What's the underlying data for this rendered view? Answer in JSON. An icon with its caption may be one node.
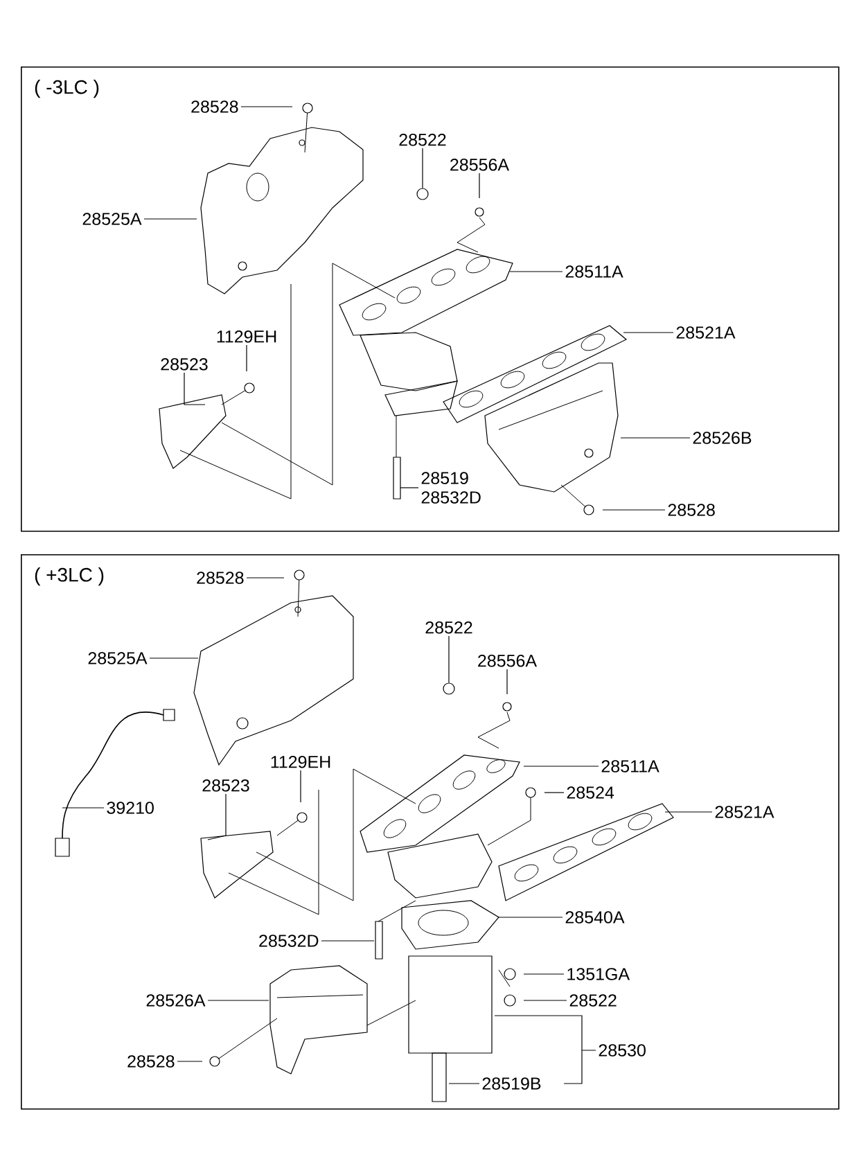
{
  "diagram": {
    "nodes": [
      {
        "text": [
          "( -3LC )"
        ]
      },
      {
        "text": [
          "28528"
        ],
        "in": 0
      },
      {
        "text": [
          "28522"
        ],
        "in": 0
      },
      {
        "text": [
          "28556A"
        ],
        "in": 0
      },
      {
        "text": [
          "28525A"
        ],
        "in": 0
      },
      {
        "text": [
          "28511A"
        ],
        "in": 0
      },
      {
        "text": [
          "1129EH"
        ],
        "in": 0
      },
      {
        "text": [
          "28521A"
        ],
        "in": 0
      },
      {
        "text": [
          "28523"
        ],
        "in": 0
      },
      {
        "text": [
          "28526B"
        ],
        "in": 0
      },
      {
        "text": [
          "28519",
          "28532D"
        ],
        "in": 0
      },
      {
        "text": [
          "28528"
        ],
        "in": 0
      },
      {
        "text": [
          "( +3LC )"
        ]
      },
      {
        "text": [
          "28528"
        ],
        "in": 12
      },
      {
        "text": [
          "28525A"
        ],
        "in": 12
      },
      {
        "text": [
          "28522"
        ],
        "in": 12
      },
      {
        "text": [
          "28556A"
        ],
        "in": 12
      },
      {
        "text": [
          "28511A"
        ],
        "in": 12
      },
      {
        "text": [
          "1129EH"
        ],
        "in": 12
      },
      {
        "text": [
          "28524"
        ],
        "in": 12
      },
      {
        "text": [
          "28523"
        ],
        "in": 12
      },
      {
        "text": [
          "28521A"
        ],
        "in": 12
      },
      {
        "text": [
          "39210"
        ],
        "in": 12
      },
      {
        "text": [
          "28540A"
        ],
        "in": 12
      },
      {
        "text": [
          "28532D"
        ],
        "in": 12
      },
      {
        "text": [
          "1351GA"
        ],
        "in": 12
      },
      {
        "text": [
          "28526A"
        ],
        "in": 12
      },
      {
        "text": [
          "28522"
        ],
        "in": 12
      },
      {
        "text": [
          "28530"
        ],
        "in": 12
      },
      {
        "text": [
          "28528"
        ],
        "in": 12
      },
      {
        "text": [
          "28519B"
        ],
        "in": 12
      },
      {
        "text": [],
        "shape": "circle",
        "in": 0
      },
      {
        "text": [],
        "shape": "circle",
        "in": 12
      }
    ],
    "edges": [
      {
        "from": 1,
        "to": null,
        "arrow": "none"
      },
      {
        "from": 2,
        "to": 31,
        "arrow": "none"
      },
      {
        "from": 3,
        "to": null,
        "arrow": "none"
      },
      {
        "from": 4,
        "to": null,
        "arrow": "none"
      },
      {
        "from": 5,
        "to": null,
        "arrow": "none"
      },
      {
        "from": 6,
        "to": null,
        "arrow": "none"
      },
      {
        "from": 7,
        "to": null,
        "arrow": "none"
      },
      {
        "from": 8,
        "to": null,
        "arrow": "none"
      },
      {
        "from": 9,
        "to": null,
        "arrow": "none"
      },
      {
        "from": 10,
        "to": null,
        "arrow": "none"
      },
      {
        "from": 11,
        "to": null,
        "arrow": "none"
      },
      {
        "from": 13,
        "to": null,
        "arrow": "none"
      },
      {
        "from": 14,
        "to": null,
        "arrow": "none"
      },
      {
        "from": 15,
        "to": 32,
        "arrow": "none"
      },
      {
        "from": 16,
        "to": null,
        "arrow": "none"
      },
      {
        "from": 17,
        "to": null,
        "arrow": "none"
      },
      {
        "from": 18,
        "to": null,
        "arrow": "none"
      },
      {
        "from": 19,
        "to": null,
        "arrow": "none"
      },
      {
        "from": 20,
        "to": null,
        "arrow": "none"
      },
      {
        "from": 21,
        "to": null,
        "arrow": "none"
      },
      {
        "from": 22,
        "to": null,
        "arrow": "none"
      },
      {
        "from": 23,
        "to": null,
        "arrow": "none"
      },
      {
        "from": 24,
        "to": null,
        "arrow": "none"
      },
      {
        "from": 25,
        "to": null,
        "arrow": "none"
      },
      {
        "from": 26,
        "to": null,
        "arrow": "none"
      },
      {
        "from": 27,
        "to": null,
        "arrow": "none"
      },
      {
        "from": 28,
        "to": null,
        "arrow": "none"
      },
      {
        "from": 29,
        "to": null,
        "arrow": "none"
      },
      {
        "from": 30,
        "to": null,
        "arrow": "none"
      }
    ]
  }
}
